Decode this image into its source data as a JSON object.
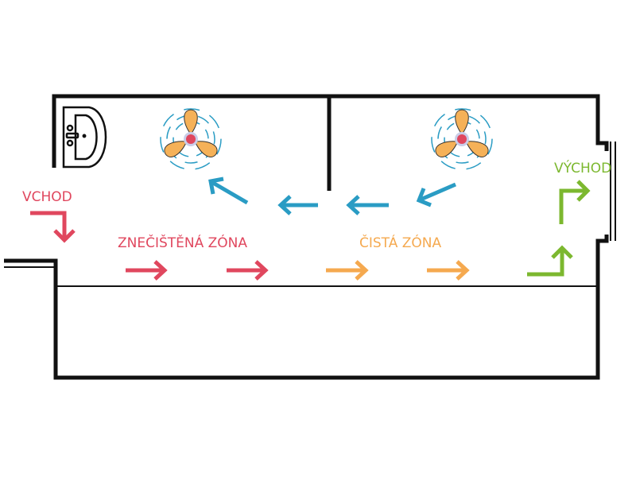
{
  "labels": {
    "entrance": "VCHOD",
    "dirty_zone": "ZNEČIŠTĚNÁ ZÓNA",
    "clean_zone": "ČISTÁ ZÓNA",
    "exit": "VÝCHOD"
  },
  "icons": [
    "sink-icon",
    "fan-icon",
    "fan-icon"
  ],
  "colors": {
    "entrance": "#e0475e",
    "airflow": "#2a9cc4",
    "clean": "#f5a94f",
    "exit": "#7cb82f",
    "wall": "#111111",
    "fan_blade": "#f5b158",
    "fan_hub": "#e0475e"
  }
}
